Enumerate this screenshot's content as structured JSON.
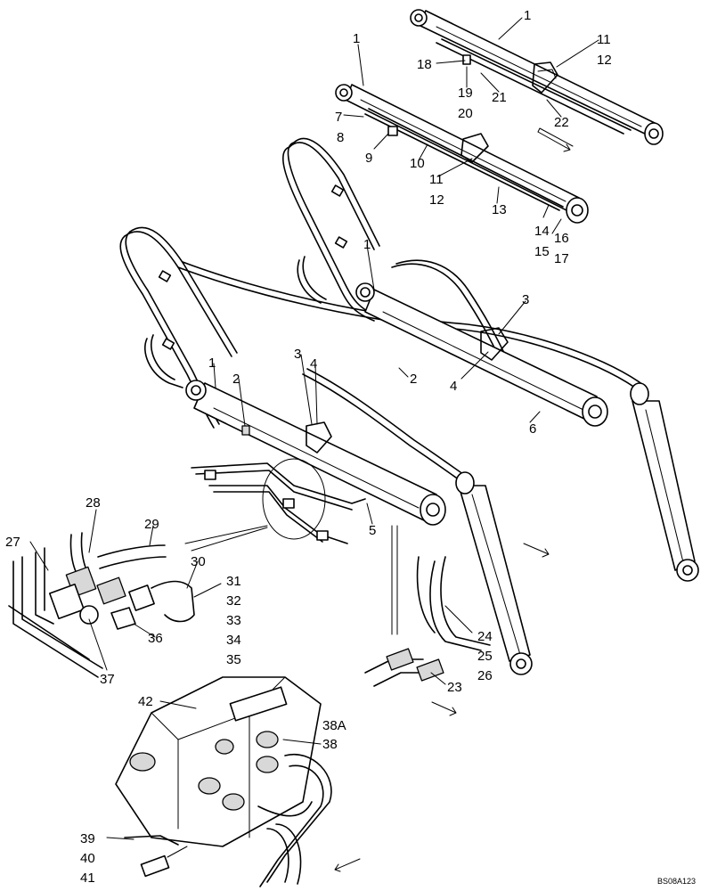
{
  "figure_ref": "BS08A123",
  "callouts": [
    {
      "id": "c1a",
      "text": "1"
    },
    {
      "id": "c11a",
      "text": "11"
    },
    {
      "id": "c12a",
      "text": "12"
    },
    {
      "id": "c18",
      "text": "18"
    },
    {
      "id": "c19",
      "text": "19"
    },
    {
      "id": "c20",
      "text": "20"
    },
    {
      "id": "c21",
      "text": "21"
    },
    {
      "id": "c22",
      "text": "22"
    },
    {
      "id": "c1b",
      "text": "1"
    },
    {
      "id": "c7",
      "text": "7"
    },
    {
      "id": "c8",
      "text": "8"
    },
    {
      "id": "c9",
      "text": "9"
    },
    {
      "id": "c10",
      "text": "10"
    },
    {
      "id": "c11b",
      "text": "11"
    },
    {
      "id": "c12b",
      "text": "12"
    },
    {
      "id": "c13",
      "text": "13"
    },
    {
      "id": "c14",
      "text": "14"
    },
    {
      "id": "c15",
      "text": "15"
    },
    {
      "id": "c16",
      "text": "16"
    },
    {
      "id": "c17",
      "text": "17"
    },
    {
      "id": "c1c",
      "text": "1"
    },
    {
      "id": "c3a",
      "text": "3"
    },
    {
      "id": "c4a",
      "text": "4"
    },
    {
      "id": "c2a",
      "text": "2"
    },
    {
      "id": "c6",
      "text": "6"
    },
    {
      "id": "c1d",
      "text": "1"
    },
    {
      "id": "c2b",
      "text": "2"
    },
    {
      "id": "c3b",
      "text": "3"
    },
    {
      "id": "c4b",
      "text": "4"
    },
    {
      "id": "c5",
      "text": "5"
    },
    {
      "id": "c28",
      "text": "28"
    },
    {
      "id": "c29",
      "text": "29"
    },
    {
      "id": "c27",
      "text": "27"
    },
    {
      "id": "c30",
      "text": "30"
    },
    {
      "id": "c31",
      "text": "31"
    },
    {
      "id": "c32",
      "text": "32"
    },
    {
      "id": "c33",
      "text": "33"
    },
    {
      "id": "c34",
      "text": "34"
    },
    {
      "id": "c35",
      "text": "35"
    },
    {
      "id": "c36",
      "text": "36"
    },
    {
      "id": "c37",
      "text": "37"
    },
    {
      "id": "c24",
      "text": "24"
    },
    {
      "id": "c25",
      "text": "25"
    },
    {
      "id": "c26",
      "text": "26"
    },
    {
      "id": "c23",
      "text": "23"
    },
    {
      "id": "c42",
      "text": "42"
    },
    {
      "id": "c38A",
      "text": "38A"
    },
    {
      "id": "c38",
      "text": "38"
    },
    {
      "id": "c39",
      "text": "39"
    },
    {
      "id": "c40",
      "text": "40"
    },
    {
      "id": "c41",
      "text": "41"
    }
  ]
}
